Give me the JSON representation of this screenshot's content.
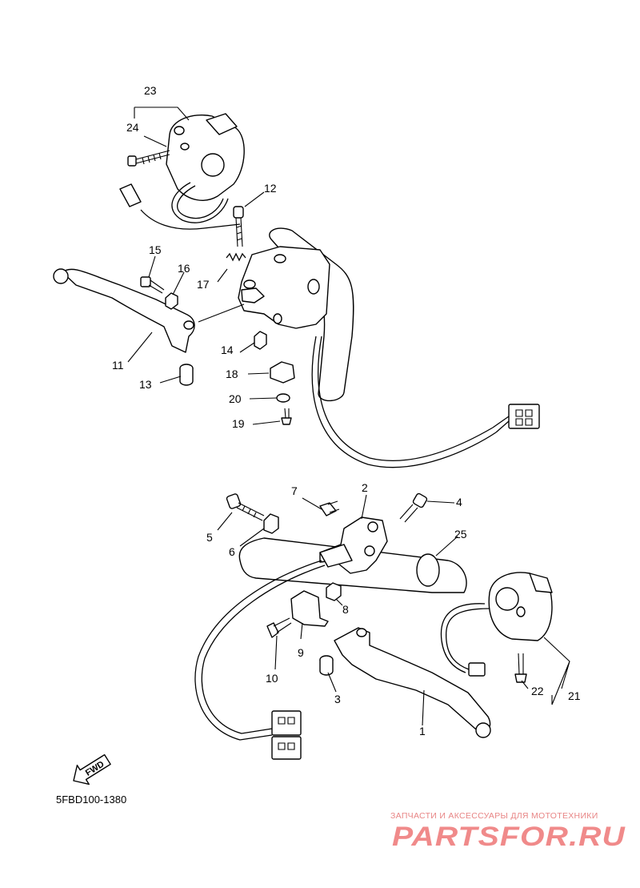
{
  "diagram": {
    "code": "5FBD100-1380",
    "fwd_label": "FWD",
    "callouts": {
      "c1": "1",
      "c2": "2",
      "c3": "3",
      "c4": "4",
      "c5": "5",
      "c6": "6",
      "c7": "7",
      "c8": "8",
      "c9": "9",
      "c10": "10",
      "c11": "11",
      "c12": "12",
      "c13": "13",
      "c14": "14",
      "c15": "15",
      "c16": "16",
      "c17": "17",
      "c18": "18",
      "c19": "19",
      "c20": "20",
      "c21": "21",
      "c22": "22",
      "c23": "23",
      "c24": "24",
      "c25": "25"
    }
  },
  "watermark": {
    "tagline": "ЗАПЧАСТИ И АКСЕССУАРЫ ДЛЯ МОТОТЕХНИКИ",
    "brand": "PARTSFOR.RU"
  },
  "colors": {
    "line": "#000000",
    "watermark": "#f08a8a"
  }
}
